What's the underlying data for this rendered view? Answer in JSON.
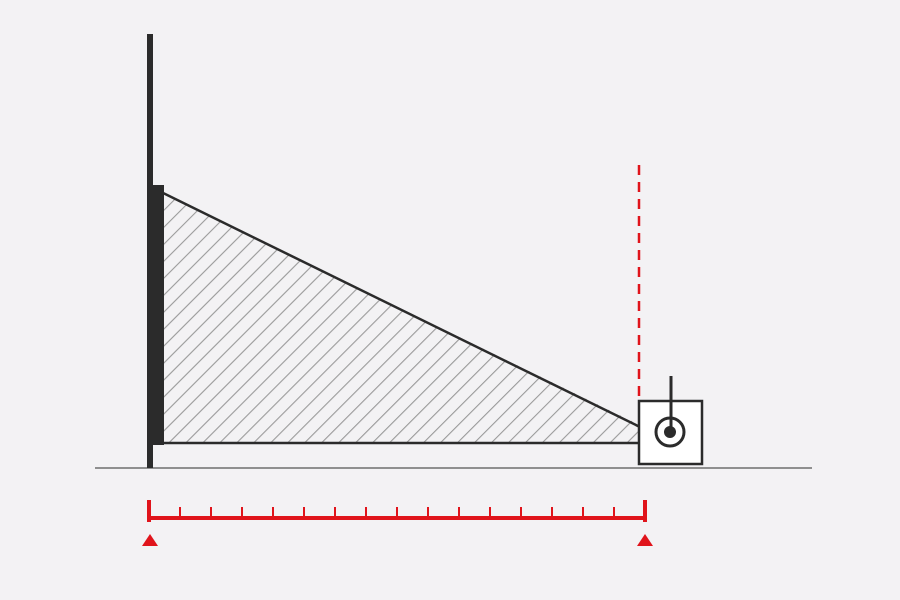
{
  "diagram": {
    "colors": {
      "background": "#f3f2f4",
      "structure": "#2b2b2b",
      "hatch": "#9a9a9a",
      "ground": "#8f8f8f",
      "measure": "#e0141b",
      "box_fill": "#ffffff"
    },
    "icons": {
      "wall": "vertical-post",
      "panel": "hatched-triangle-panel",
      "motor": "motor-box-icon",
      "guide": "dashed-red-guide-line",
      "ruler": "red-measuring-ruler",
      "markers": "red-triangle-markers"
    },
    "ruler": {
      "tick_count": 17
    }
  }
}
